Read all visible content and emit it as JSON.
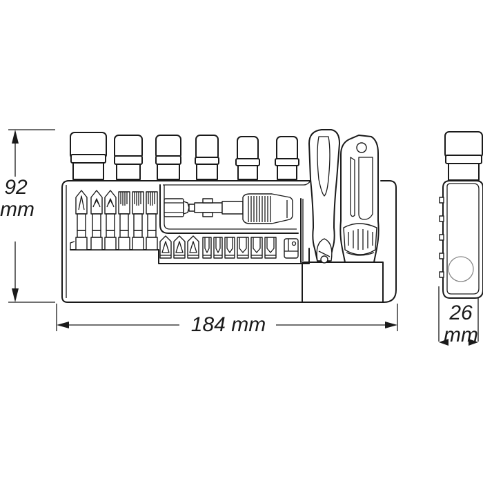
{
  "diagram": {
    "subject": "bit and socket set with holder, front and side view",
    "dimensions": {
      "height": {
        "value": "92",
        "unit": "mm"
      },
      "width": {
        "value": "184",
        "unit": "mm"
      },
      "depth": {
        "value": "26",
        "unit": "mm"
      }
    },
    "front_view": {
      "sockets_top_row": 6,
      "long_bits": 6,
      "short_bits": 9,
      "bit_holder": 1,
      "adapter": 1,
      "screwdriver_handles": 2
    },
    "side_view": {
      "socket": 1,
      "holder_notches": 5,
      "round_marker": 1
    },
    "colors": {
      "line": "#1a1a1a",
      "background": "#ffffff"
    }
  }
}
